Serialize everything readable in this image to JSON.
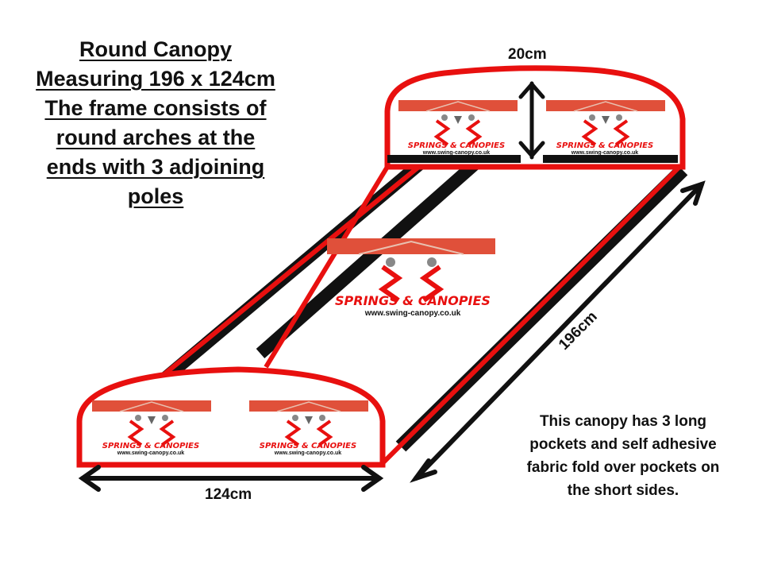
{
  "title": {
    "lines": [
      "Round Canopy",
      "Measuring 196 x 124cm",
      "The frame consists of",
      "round arches at the",
      "ends with 3 adjoining",
      "poles"
    ]
  },
  "dimensions": {
    "height": "20cm",
    "length": "196cm",
    "width": "124cm"
  },
  "note": {
    "lines": [
      "This canopy has 3 long",
      "pockets and self adhesive",
      "fabric fold over pockets on",
      "the short sides."
    ]
  },
  "logo": {
    "brand": "SPRINGS & CANOPIES",
    "url": "www.swing-canopy.co.uk"
  },
  "colors": {
    "frame": "#e8100f",
    "pole": "#111111",
    "logo_bar": "#e0503a",
    "logo_brand": "#e8100f"
  }
}
